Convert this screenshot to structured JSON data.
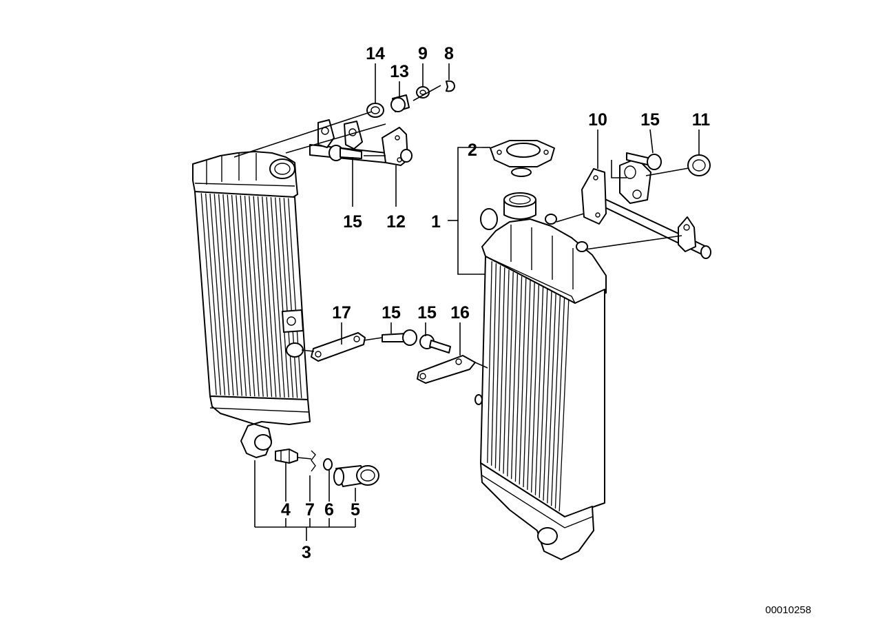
{
  "labels": {
    "l1": "1",
    "l2": "2",
    "l3": "3",
    "l4": "4",
    "l5": "5",
    "l6": "6",
    "l7": "7",
    "l8": "8",
    "l9": "9",
    "l10": "10",
    "l11": "11",
    "l12": "12",
    "l13": "13",
    "l14": "14",
    "l15a": "15",
    "l15b": "15",
    "l15c": "15",
    "l15d": "15",
    "l16": "16",
    "l17": "17"
  },
  "reference_number": "00010258"
}
